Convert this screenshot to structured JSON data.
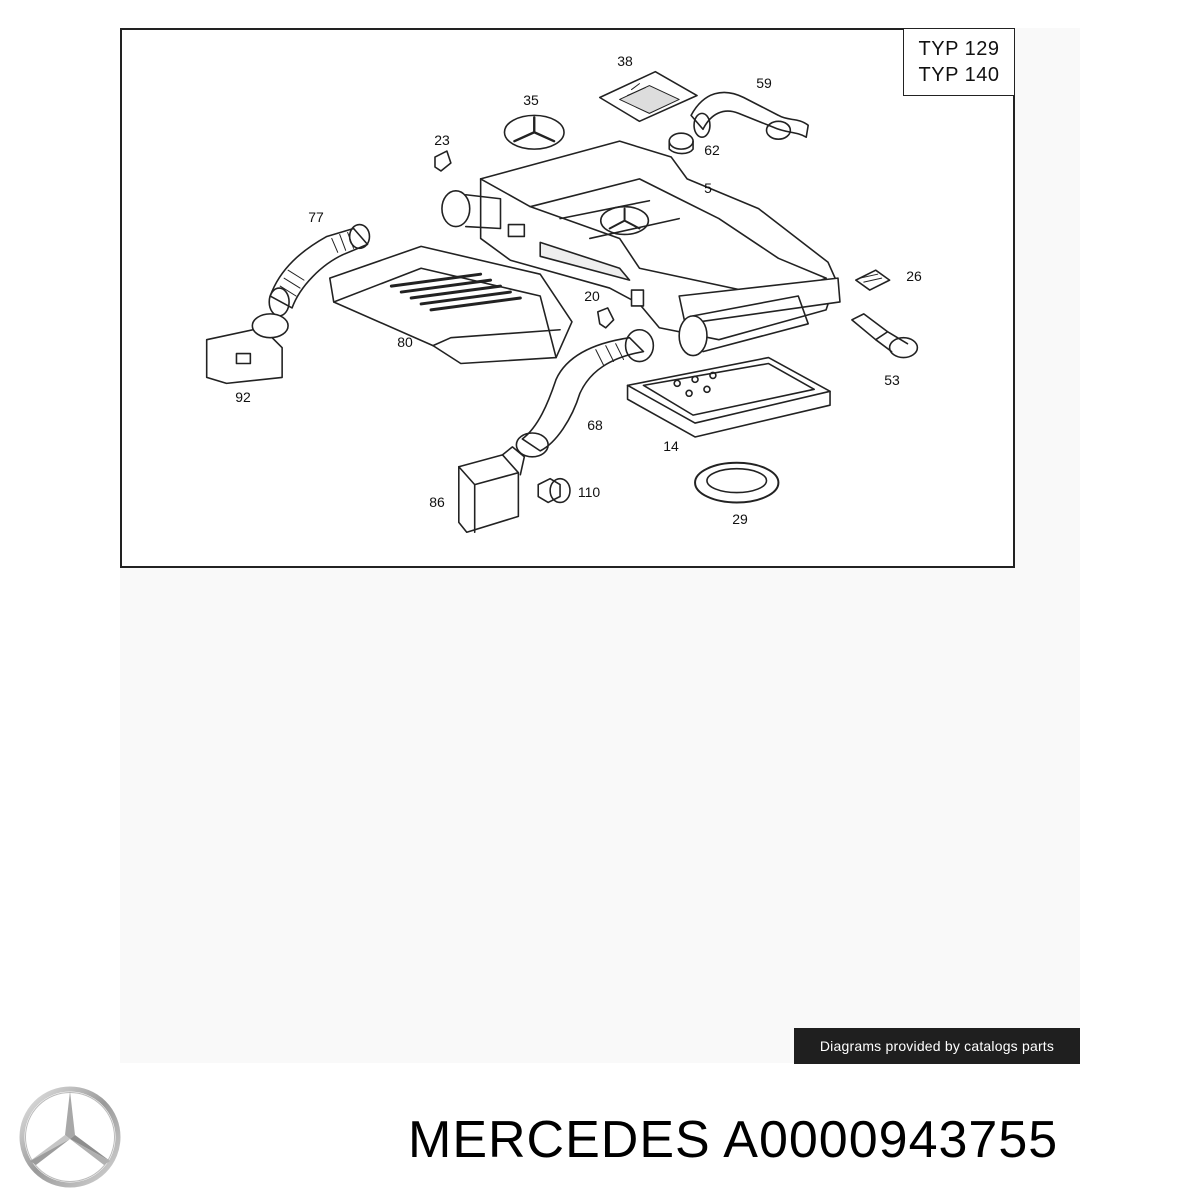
{
  "diagram": {
    "type_labels": [
      "TYP 129",
      "TYP 140"
    ],
    "callouts": [
      {
        "id": "c38",
        "label": "38"
      },
      {
        "id": "c59",
        "label": "59"
      },
      {
        "id": "c35",
        "label": "35"
      },
      {
        "id": "c23",
        "label": "23"
      },
      {
        "id": "c62",
        "label": "62"
      },
      {
        "id": "c5",
        "label": "5"
      },
      {
        "id": "c77",
        "label": "77"
      },
      {
        "id": "c26",
        "label": "26"
      },
      {
        "id": "c20",
        "label": "20"
      },
      {
        "id": "c80",
        "label": "80"
      },
      {
        "id": "c53",
        "label": "53"
      },
      {
        "id": "c92",
        "label": "92"
      },
      {
        "id": "c68",
        "label": "68"
      },
      {
        "id": "c14",
        "label": "14"
      },
      {
        "id": "c110",
        "label": "110"
      },
      {
        "id": "c86",
        "label": "86"
      },
      {
        "id": "c29",
        "label": "29"
      }
    ]
  },
  "credit": "Diagrams provided by catalogs parts",
  "product": {
    "brand": "MERCEDES",
    "part_number": "A0000943755",
    "title": "MERCEDES A0000943755"
  },
  "logo_icon": "mercedes-star-icon"
}
